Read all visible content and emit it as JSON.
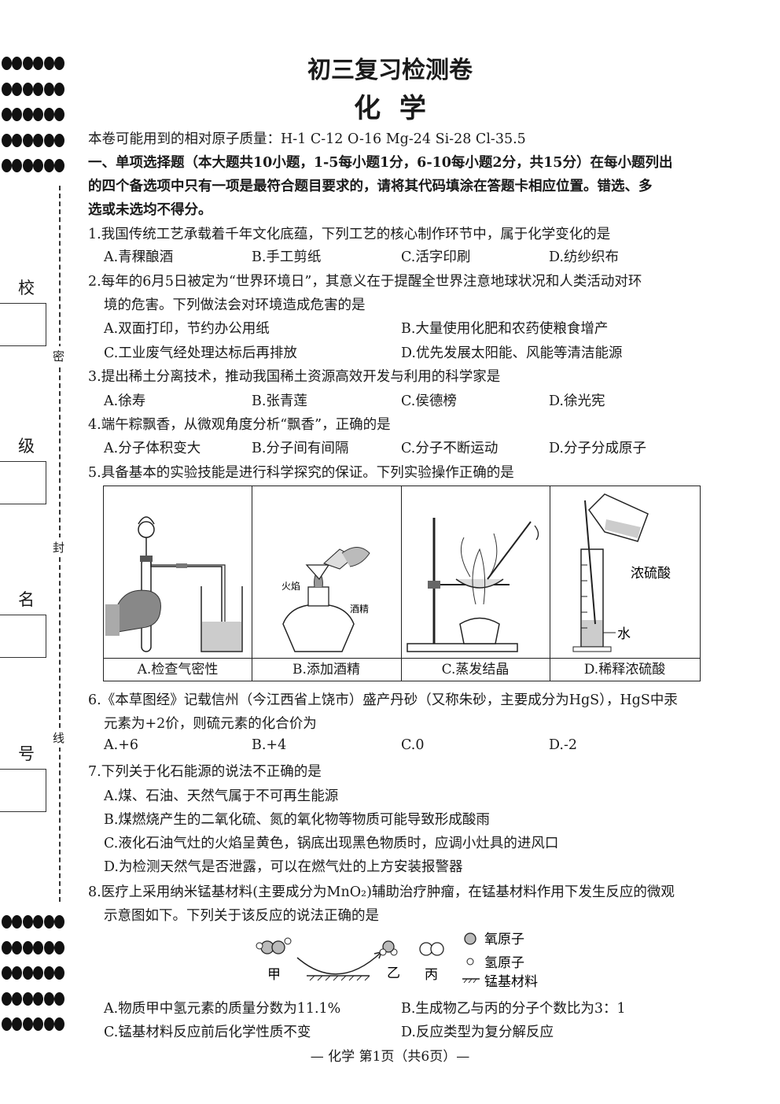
{
  "title": "初三复习检测卷",
  "subject": "化  学",
  "atomic_mass": "本卷可能用到的相对原子质量：H-1  C-12  O-16  Mg-24  Si-28  Cl-35.5",
  "section1": {
    "line1": "一、单项选择题（本大题共10小题，1-5每小题1分，6-10每小题2分，共15分）在每小题列出",
    "line2": "的四个备选项中只有一项是最符合题目要求的，请将其代码填涂在答题卡相应位置。错选、多",
    "line3": "选或未选均不得分。"
  },
  "side": {
    "labels": [
      "校",
      "级",
      "名",
      "号"
    ],
    "seal": [
      "密",
      "封",
      "线"
    ]
  },
  "questions": {
    "q1": {
      "stem": "1.我国传统工艺承载着千年文化底蕴，下列工艺的核心制作环节中，属于化学变化的是",
      "options": [
        "A.青稞酿酒",
        "B.手工剪纸",
        "C.活字印刷",
        "D.纺纱织布"
      ]
    },
    "q2": {
      "stem1": "2.每年的6月5日被定为“世界环境日”，其意义在于提醒全世界注意地球状况和人类活动对环",
      "stem2": "境的危害。下列做法会对环境造成危害的是",
      "options": [
        "A.双面打印，节约办公用纸",
        "B.大量使用化肥和农药使粮食增产",
        "C.工业废气经处理达标后再排放",
        "D.优先发展太阳能、风能等清洁能源"
      ]
    },
    "q3": {
      "stem": "3.提出稀土分离技术，推动我国稀土资源高效开发与利用的科学家是",
      "options": [
        "A.徐寿",
        "B.张青莲",
        "C.侯德榜",
        "D.徐光宪"
      ]
    },
    "q4": {
      "stem": "4.端午粽飘香，从微观角度分析“飘香”，正确的是",
      "options": [
        "A.分子体积变大",
        "B.分子间有间隔",
        "C.分子不断运动",
        "D.分子分成原子"
      ]
    },
    "q5": {
      "stem": "5.具备基本的实验技能是进行科学探究的保证。下列实验操作正确的是",
      "captions": [
        "A.检查气密性",
        "B.添加酒精",
        "C.蒸发结晶",
        "D.稀释浓硫酸"
      ],
      "labels": {
        "flame": "火焰",
        "alcohol": "酒精",
        "acid": "浓硫酸",
        "water": "水"
      }
    },
    "q6": {
      "stem1": "6.《本草图经》记载信州（今江西省上饶市）盛产丹砂（又称朱砂，主要成分为HgS），HgS中汞",
      "stem2": "元素为+2价，则硫元素的化合价为",
      "options": [
        "A.+6",
        "B.+4",
        "C.0",
        "D.-2"
      ]
    },
    "q7": {
      "stem": "7.下列关于化石能源的说法不正确的是",
      "options": [
        "A.煤、石油、天然气属于不可再生能源",
        "B.煤燃烧产生的二氧化硫、氮的氧化物等物质可能导致形成酸雨",
        "C.液化石油气灶的火焰呈黄色，锅底出现黑色物质时，应调小灶具的进风口",
        "D.为检测天然气是否泄露，可以在燃气灶的上方安装报警器"
      ]
    },
    "q8": {
      "stem1": "8.医疗上采用纳米锰基材料(主要成分为MnO₂)辅助治疗肿瘤，在锰基材料作用下发生反应的微观",
      "stem2": "示意图如下。下列关于该反应的说法正确的是",
      "diagram": {
        "jia": "甲",
        "yi": "乙",
        "bing": "丙",
        "oxygen": "氧原子",
        "hydrogen": "氢原子",
        "mn": "锰基材料"
      },
      "options": [
        "A.物质甲中氢元素的质量分数为11.1%",
        "B.生成物乙与丙的分子个数比为3：1",
        "C.锰基材料反应前后化学性质不变",
        "D.反应类型为复分解反应"
      ]
    }
  },
  "footer": "— 化学  第1页（共6页）—"
}
